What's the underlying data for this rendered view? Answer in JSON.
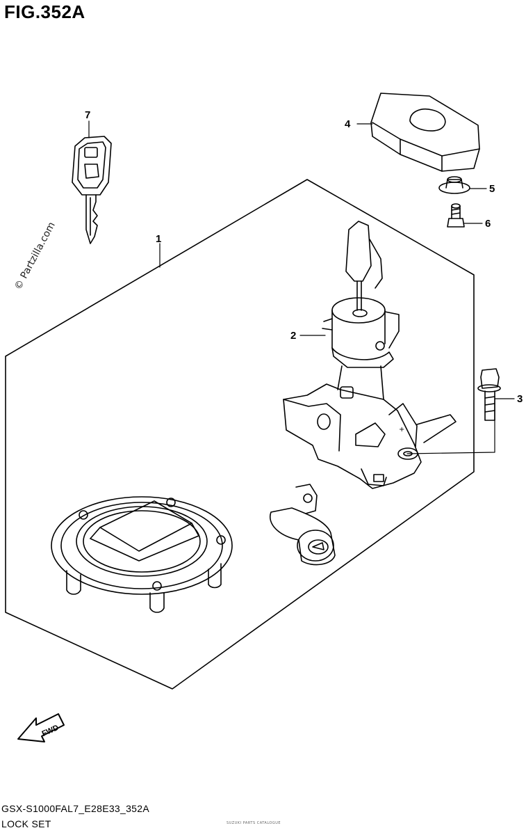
{
  "figure": {
    "title": "FIG.352A",
    "watermark": "© Partzilla.com",
    "model_code": "GSX-S1000FAL7_E28E33_352A",
    "caption": "LOCK SET",
    "fine_print": "SUZUKI PARTS CATALOGUE"
  },
  "callouts": [
    {
      "number": "1",
      "part": "lock-set"
    },
    {
      "number": "2",
      "part": "ignition-switch"
    },
    {
      "number": "3",
      "part": "bolt"
    },
    {
      "number": "4",
      "part": "cover"
    },
    {
      "number": "5",
      "part": "washer"
    },
    {
      "number": "6",
      "part": "screw"
    },
    {
      "number": "7",
      "part": "key"
    }
  ],
  "fwd_label": "FWD",
  "colors": {
    "line": "#000000",
    "background": "#ffffff"
  }
}
